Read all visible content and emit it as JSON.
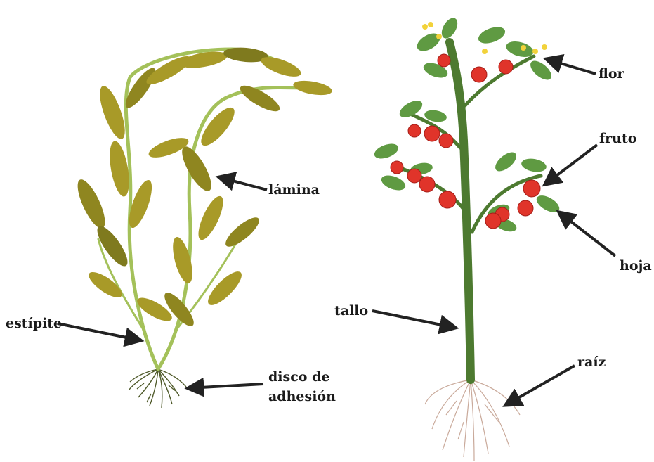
{
  "labels": {
    "lamina": "lámina",
    "estipite": "estípite",
    "disco_line1": "disco de",
    "disco_line2": "adhesión",
    "flor": "flor",
    "fruto": "fruto",
    "hoja": "hoja",
    "tallo": "tallo",
    "raiz": "raíz"
  },
  "colors": {
    "kelp_leaf": "#a89a28",
    "kelp_leaf_dark": "#7f7a1e",
    "kelp_stipe": "#a4c15a",
    "holdfast": "#4f5a2a",
    "tomato_stem": "#4d7a30",
    "tomato_leaf": "#5f9a42",
    "tomato_fruit": "#e0342a",
    "flower": "#f2d23a",
    "root": "#c9a99a",
    "arrow": "#222222"
  }
}
